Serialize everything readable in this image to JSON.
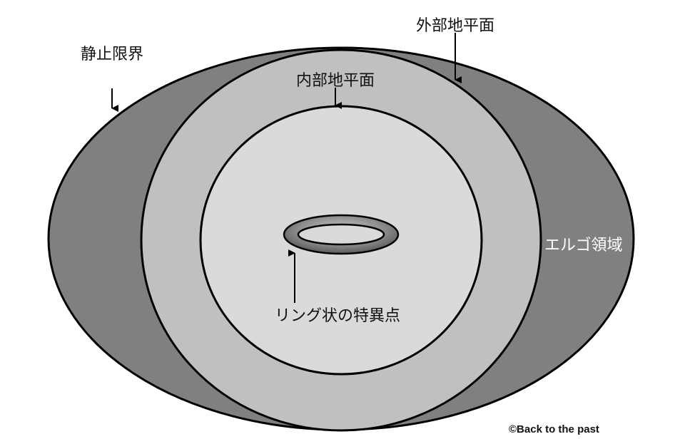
{
  "labels": {
    "static_limit": "静止限界",
    "outer_horizon": "外部地平面",
    "inner_horizon": "内部地平面",
    "ring_singularity": "リング状の特異点",
    "ergo_region": "エルゴ領域"
  },
  "credit": "©Back to the past",
  "colors": {
    "ergo_region": "#808080",
    "between_horizons": "#c0c0c0",
    "inside_inner_horizon": "#dadada",
    "ring": "#8c8c8c",
    "outline": "#000000",
    "background": "#ffffff"
  }
}
